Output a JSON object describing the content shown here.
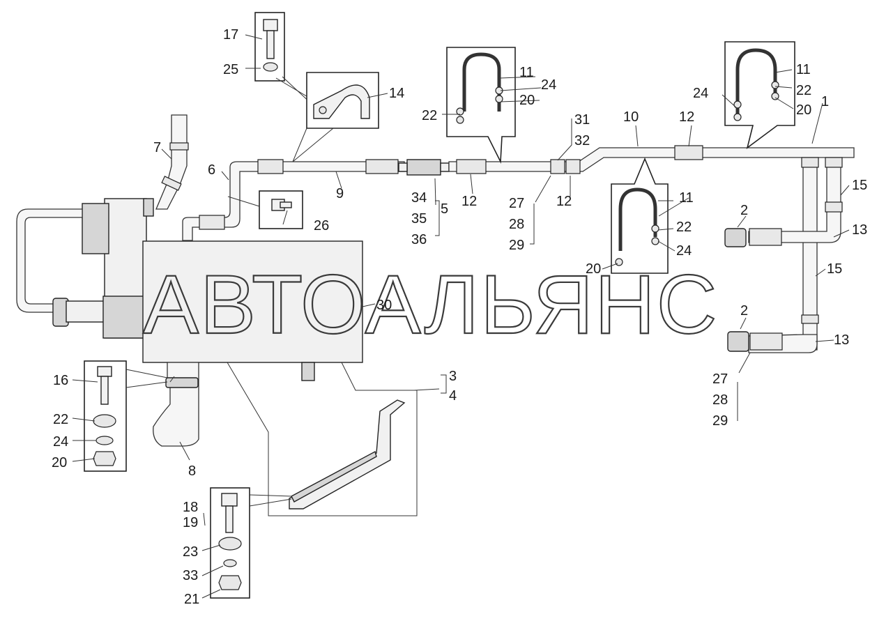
{
  "watermark": "АВТОАЛЬЯНС",
  "labels": {
    "l1": "1",
    "l2a": "2",
    "l2b": "2",
    "l3": "3",
    "l4": "4",
    "l5": "5",
    "l6": "6",
    "l7": "7",
    "l8": "8",
    "l9": "9",
    "l10": "10",
    "l11a": "11",
    "l11b": "11",
    "l11c": "11",
    "l12a": "12",
    "l12b": "12",
    "l12c": "12",
    "l13a": "13",
    "l13b": "13",
    "l14": "14",
    "l15a": "15",
    "l15b": "15",
    "l16": "16",
    "l17": "17",
    "l18": "18",
    "l19": "19",
    "l20a": "20",
    "l20b": "20",
    "l20c": "20",
    "l20d": "20",
    "l21": "21",
    "l22a": "22",
    "l22b": "22",
    "l22c": "22",
    "l22d": "22",
    "l23": "23",
    "l24a": "24",
    "l24b": "24",
    "l24c": "24",
    "l24d": "24",
    "l25": "25",
    "l26": "26",
    "l27a": "27",
    "l27b": "27",
    "l28a": "28",
    "l28b": "28",
    "l29a": "29",
    "l29b": "29",
    "l30": "30",
    "l31": "31",
    "l32": "32",
    "l33": "33",
    "l34": "34",
    "l35": "35",
    "l36": "36"
  }
}
